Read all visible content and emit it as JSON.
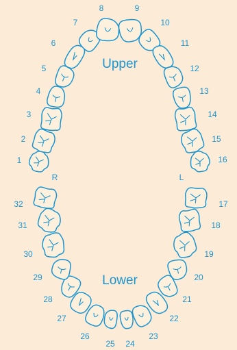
{
  "labels": {
    "upper": "Upper",
    "lower": "Lower",
    "right": "R",
    "left": "L"
  },
  "colors": {
    "background": "#fcebd7",
    "stroke": "#1b95d0",
    "tooth_fill": "#fdf0dc"
  },
  "teeth": [
    {
      "n": "1",
      "type": "molar"
    },
    {
      "n": "2",
      "type": "molar"
    },
    {
      "n": "3",
      "type": "molar"
    },
    {
      "n": "4",
      "type": "premolar"
    },
    {
      "n": "5",
      "type": "premolar"
    },
    {
      "n": "6",
      "type": "canine"
    },
    {
      "n": "7",
      "type": "incisor"
    },
    {
      "n": "8",
      "type": "incisor"
    },
    {
      "n": "9",
      "type": "incisor"
    },
    {
      "n": "10",
      "type": "incisor"
    },
    {
      "n": "11",
      "type": "canine"
    },
    {
      "n": "12",
      "type": "premolar"
    },
    {
      "n": "13",
      "type": "premolar"
    },
    {
      "n": "14",
      "type": "molar"
    },
    {
      "n": "15",
      "type": "molar"
    },
    {
      "n": "16",
      "type": "molar"
    },
    {
      "n": "17",
      "type": "molar"
    },
    {
      "n": "18",
      "type": "molar"
    },
    {
      "n": "19",
      "type": "molar"
    },
    {
      "n": "20",
      "type": "premolar"
    },
    {
      "n": "21",
      "type": "premolar"
    },
    {
      "n": "22",
      "type": "canine"
    },
    {
      "n": "23",
      "type": "incisor"
    },
    {
      "n": "24",
      "type": "incisor"
    },
    {
      "n": "25",
      "type": "incisor"
    },
    {
      "n": "26",
      "type": "incisor"
    },
    {
      "n": "27",
      "type": "canine"
    },
    {
      "n": "28",
      "type": "premolar"
    },
    {
      "n": "29",
      "type": "premolar"
    },
    {
      "n": "30",
      "type": "molar"
    },
    {
      "n": "31",
      "type": "molar"
    },
    {
      "n": "32",
      "type": "molar"
    }
  ]
}
